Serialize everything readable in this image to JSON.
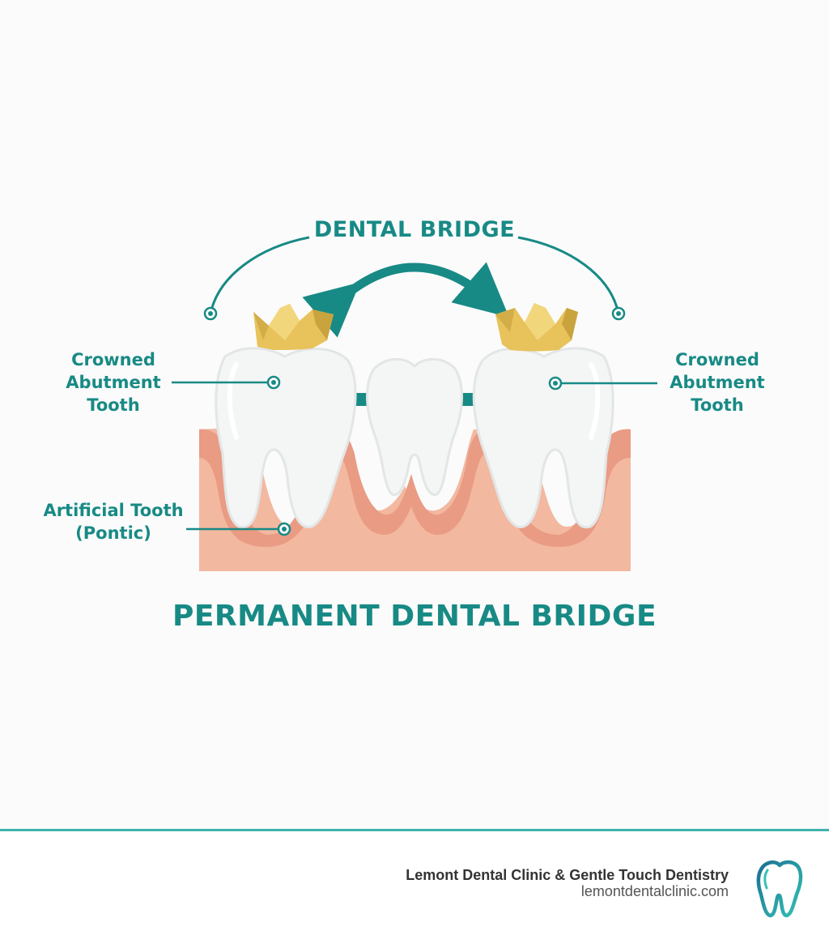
{
  "diagram": {
    "top_label": "DENTAL BRIDGE",
    "left_label": "Crowned\nAbutment\nTooth",
    "right_label": "Crowned\nAbutment\nTooth",
    "pontic_label": "Artificial Tooth\n(Pontic)",
    "main_title": "PERMANENT DENTAL BRIDGE"
  },
  "footer": {
    "clinic_name": "Lemont Dental Clinic & Gentle Touch Dentistry",
    "website": "lemontdentalclinic.com",
    "logo_icon": "tooth-logo-icon"
  },
  "colors": {
    "teal": "#188a85",
    "gum": "#f3b8a0",
    "gum_dark": "#e8917a",
    "crown_gold": "#e8c25a",
    "tooth": "#f4f5f5"
  }
}
